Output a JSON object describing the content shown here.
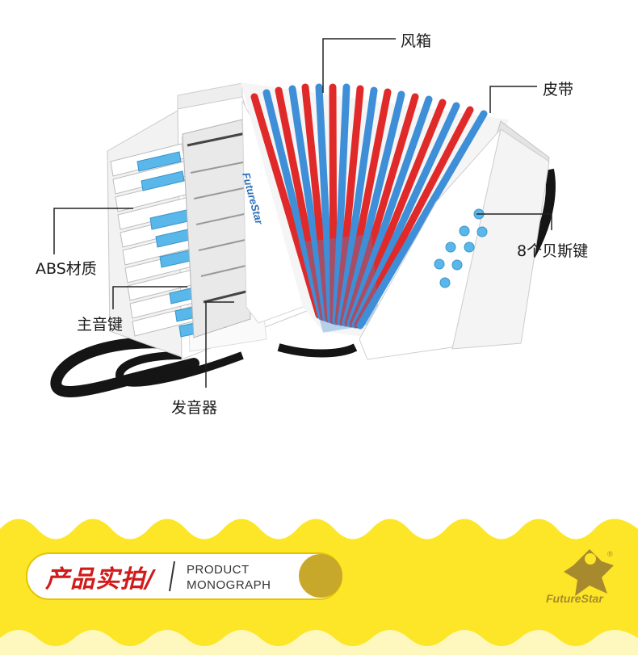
{
  "callouts": {
    "bellows": "风箱",
    "strap": "皮带",
    "bass_keys": "8个贝斯键",
    "material": "ABS材质",
    "main_keys": "主音键",
    "sound_box": "发音器"
  },
  "product": {
    "brand_logo_text": "FutureStar"
  },
  "banner": {
    "title": "产品实拍/",
    "subtitle_line1": "PRODUCT",
    "subtitle_line2": "MONOGRAPH",
    "brand": "FutureStar",
    "registered_mark": "®"
  },
  "colors": {
    "banner_yellow": "#fce627",
    "title_red": "#d11b1b",
    "bellows_red": "#e02a2a",
    "bellows_blue": "#3e8fd8",
    "key_blue": "#5ab7ea",
    "brand_gold": "#a88a2e"
  }
}
